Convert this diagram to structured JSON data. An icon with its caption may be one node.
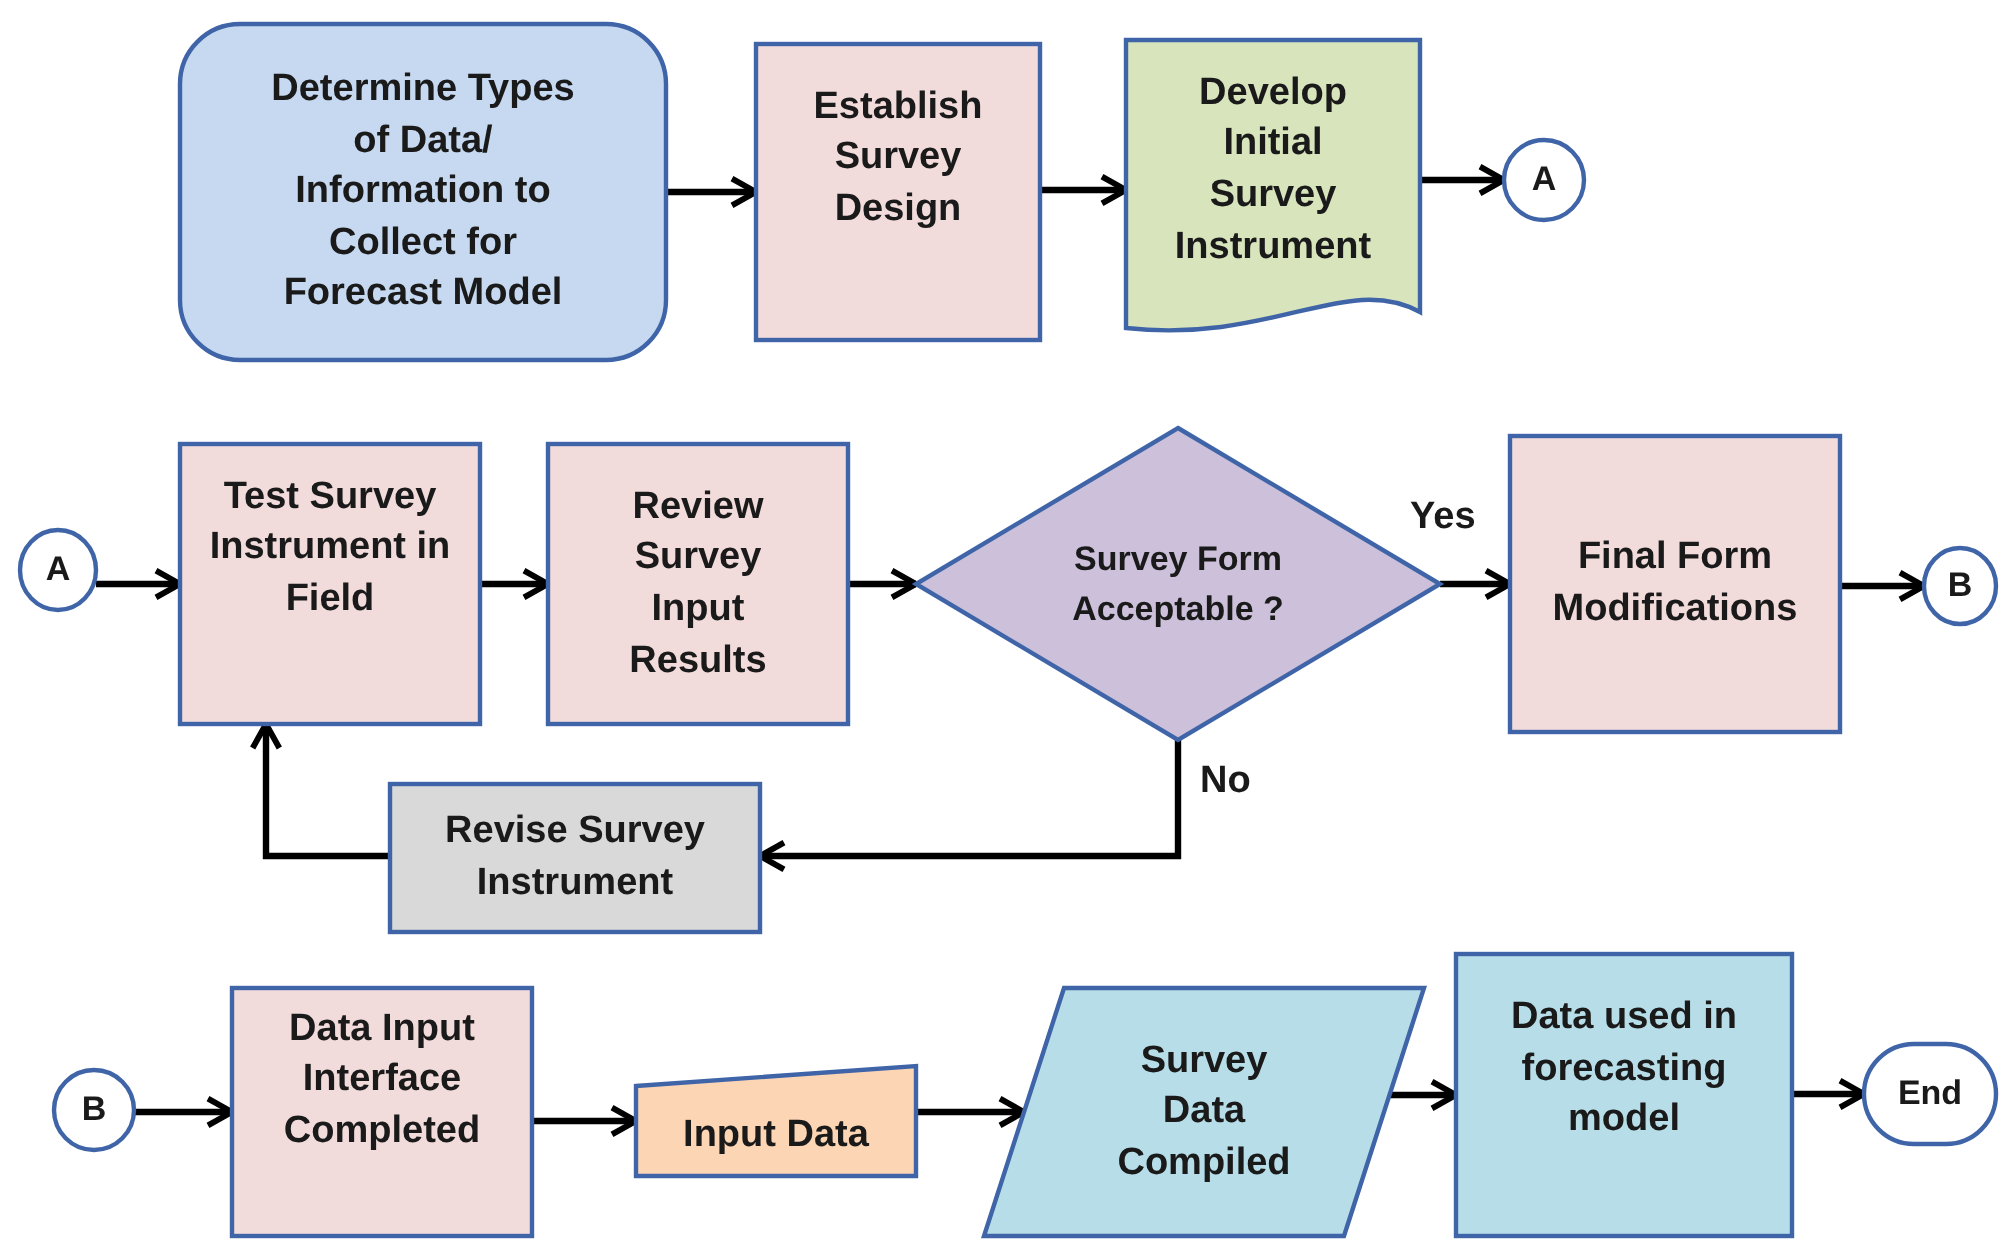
{
  "diagram": {
    "nodes": [
      {
        "text": [
          "Determine Types of Data/ Information to Collect for Forecast Model"
        ]
      },
      {
        "text": [
          "Establish Survey Design"
        ]
      },
      {
        "text": [
          "Develop Initial Survey Instrument"
        ]
      },
      {
        "text": [
          "A"
        ]
      },
      {
        "text": [
          "A"
        ]
      },
      {
        "text": [
          "Test Survey Instrument in Field"
        ]
      },
      {
        "text": [
          "Review Survey Input Results"
        ]
      },
      {
        "text": [
          "Survey Form Acceptable ?"
        ]
      },
      {
        "text": [
          "Final Form Modifications"
        ]
      },
      {
        "text": [
          "B"
        ]
      },
      {
        "text": [
          "Revise Survey Instrument"
        ]
      },
      {
        "text": [
          "B"
        ]
      },
      {
        "text": [
          "Data Input Interface Completed"
        ]
      },
      {
        "text": [
          "Input Data"
        ]
      },
      {
        "text": [
          "Survey Data Compiled"
        ]
      },
      {
        "text": [
          "Data used in forecasting model"
        ]
      },
      {
        "text": [
          "End"
        ]
      }
    ],
    "edges": [
      {
        "from": 0,
        "to": 1,
        "arrow": "to"
      },
      {
        "from": 1,
        "to": 2,
        "arrow": "to"
      },
      {
        "from": 2,
        "to": 3,
        "arrow": "to"
      },
      {
        "from": 4,
        "to": 5,
        "arrow": "to"
      },
      {
        "from": 5,
        "to": 6,
        "arrow": "to"
      },
      {
        "from": 6,
        "to": 7,
        "arrow": "to"
      },
      {
        "from": 7,
        "to": 8,
        "arrow": "to",
        "label": "Yes"
      },
      {
        "from": 8,
        "to": 9,
        "arrow": "to"
      },
      {
        "from": 7,
        "to": 10,
        "arrow": "to",
        "label": "No"
      },
      {
        "from": 10,
        "to": 5,
        "arrow": "to"
      },
      {
        "from": 11,
        "to": 12,
        "arrow": "to"
      },
      {
        "from": 12,
        "to": 13,
        "arrow": "to"
      },
      {
        "from": 13,
        "to": 14,
        "arrow": "to"
      },
      {
        "from": 14,
        "to": 15,
        "arrow": "to"
      },
      {
        "from": 15,
        "to": 16,
        "arrow": "to"
      }
    ]
  }
}
